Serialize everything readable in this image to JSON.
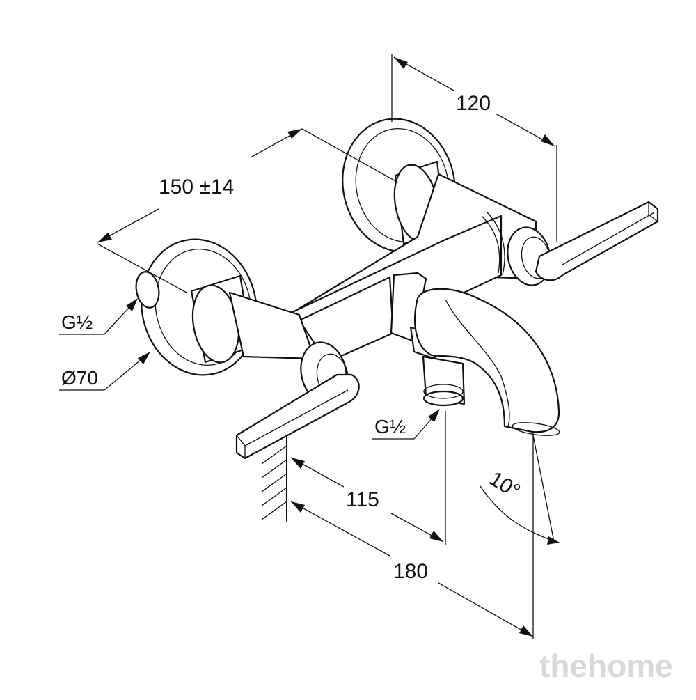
{
  "diagram": {
    "dimensions": {
      "width_overall": "120",
      "inlet_spacing": "150 ±14",
      "wall_to_diverter": "115",
      "wall_to_spout": "180",
      "spout_angle": "10°"
    },
    "callouts": {
      "inlet_thread": "G½",
      "flange_diameter": "Ø70",
      "outlet_thread": "G½"
    }
  },
  "watermark": {
    "text": "thehome"
  }
}
